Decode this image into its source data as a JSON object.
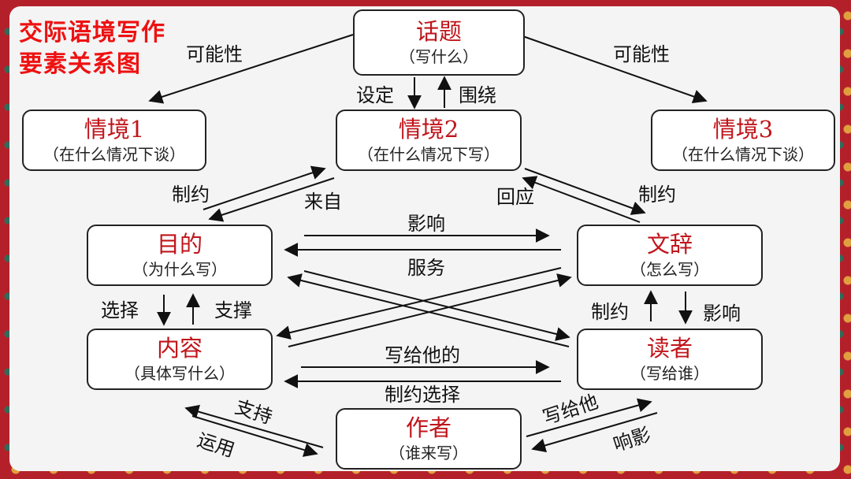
{
  "title": {
    "line1": "交际语境写作",
    "line2": "要素关系图"
  },
  "nodes": {
    "topic": {
      "name": "话题",
      "sub": "（写什么）"
    },
    "context1": {
      "name": "情境1",
      "sub": "（在什么情况下谈）"
    },
    "context2": {
      "name": "情境2",
      "sub": "（在什么情况下写）"
    },
    "context3": {
      "name": "情境3",
      "sub": "（在什么情况下谈）"
    },
    "purpose": {
      "name": "目的",
      "sub": "（为什么写）"
    },
    "language": {
      "name": "文辞",
      "sub": "（怎么写）"
    },
    "content": {
      "name": "内容",
      "sub": "（具体写什么）"
    },
    "reader": {
      "name": "读者",
      "sub": "（写给谁）"
    },
    "author": {
      "name": "作者",
      "sub": "（谁来写）"
    }
  },
  "edge_labels": {
    "topic_to_context1": "可能性",
    "topic_to_context3": "可能性",
    "set": "设定",
    "surround": "围绕",
    "purpose_constraint": "制约",
    "from": "来自",
    "respond": "回应",
    "language_constraint": "制约",
    "influence_top": "影响",
    "serve": "服务",
    "select": "选择",
    "support": "支撑",
    "reader_constraint": "制约",
    "reader_influence": "影响",
    "write_for_him": "写给他的",
    "constraint_select": "制约选择",
    "hold": "支持",
    "use": "运用",
    "write_to_him": "写给他",
    "echo": "响影"
  }
}
